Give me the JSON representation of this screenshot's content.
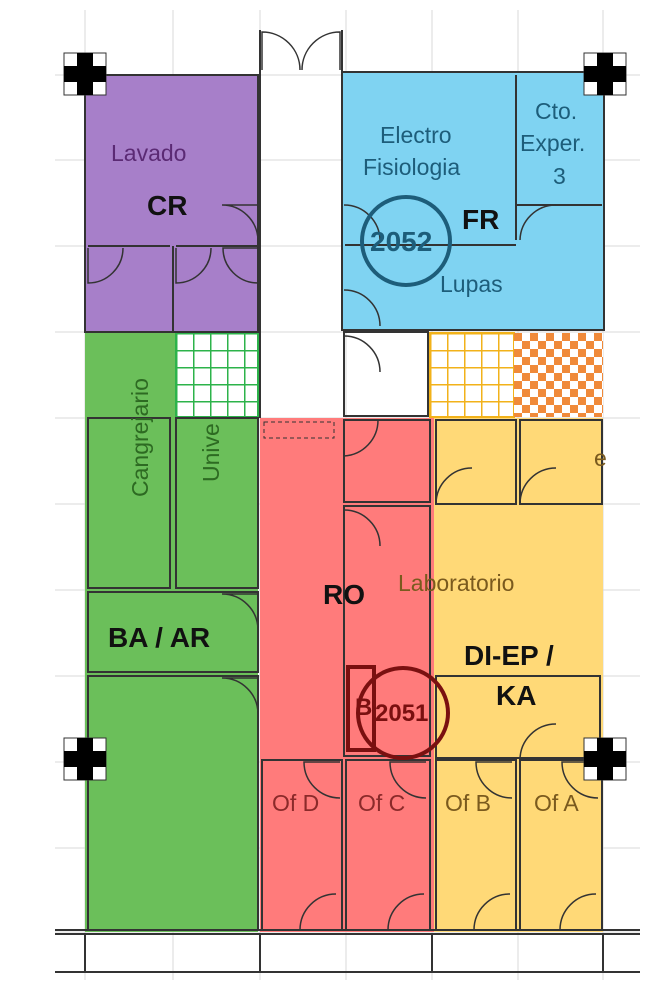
{
  "colors": {
    "cr": "#a77fc9",
    "fr": "#7fd3f2",
    "ba_ar": "#6bbf5a",
    "ro": "#ff7b7b",
    "diep_ka": "#ffd977",
    "grid": "#d9d9d9",
    "wall": "#333333",
    "pattern_green": "#2cb34a",
    "pattern_yellow": "#f2b21a",
    "pattern_orange": "#f08a3a"
  },
  "zones": {
    "cr": "CR",
    "fr": "FR",
    "ba_ar": "BA / AR",
    "ro": "RO",
    "diep_ka_line1": "DI-EP /",
    "diep_ka_line2": "KA"
  },
  "rooms": {
    "lavado": "Lavado",
    "electro_line1": "Electro",
    "electro_line2": "Fisiologia",
    "cto_line1": "Cto.",
    "cto_line2": "Exper.",
    "cto_line3": "3",
    "lupas": "Lupas",
    "cangrejario": "Cangrejario",
    "univ": "Unive",
    "laboratorio": "Laboratorio",
    "of_d": "Of D",
    "of_c": "Of C",
    "of_b": "Of B",
    "of_a": "Of A",
    "stray_e": "e"
  },
  "room_numbers": {
    "r2052": "2052",
    "r2051": "2051",
    "marker_b": "B"
  }
}
